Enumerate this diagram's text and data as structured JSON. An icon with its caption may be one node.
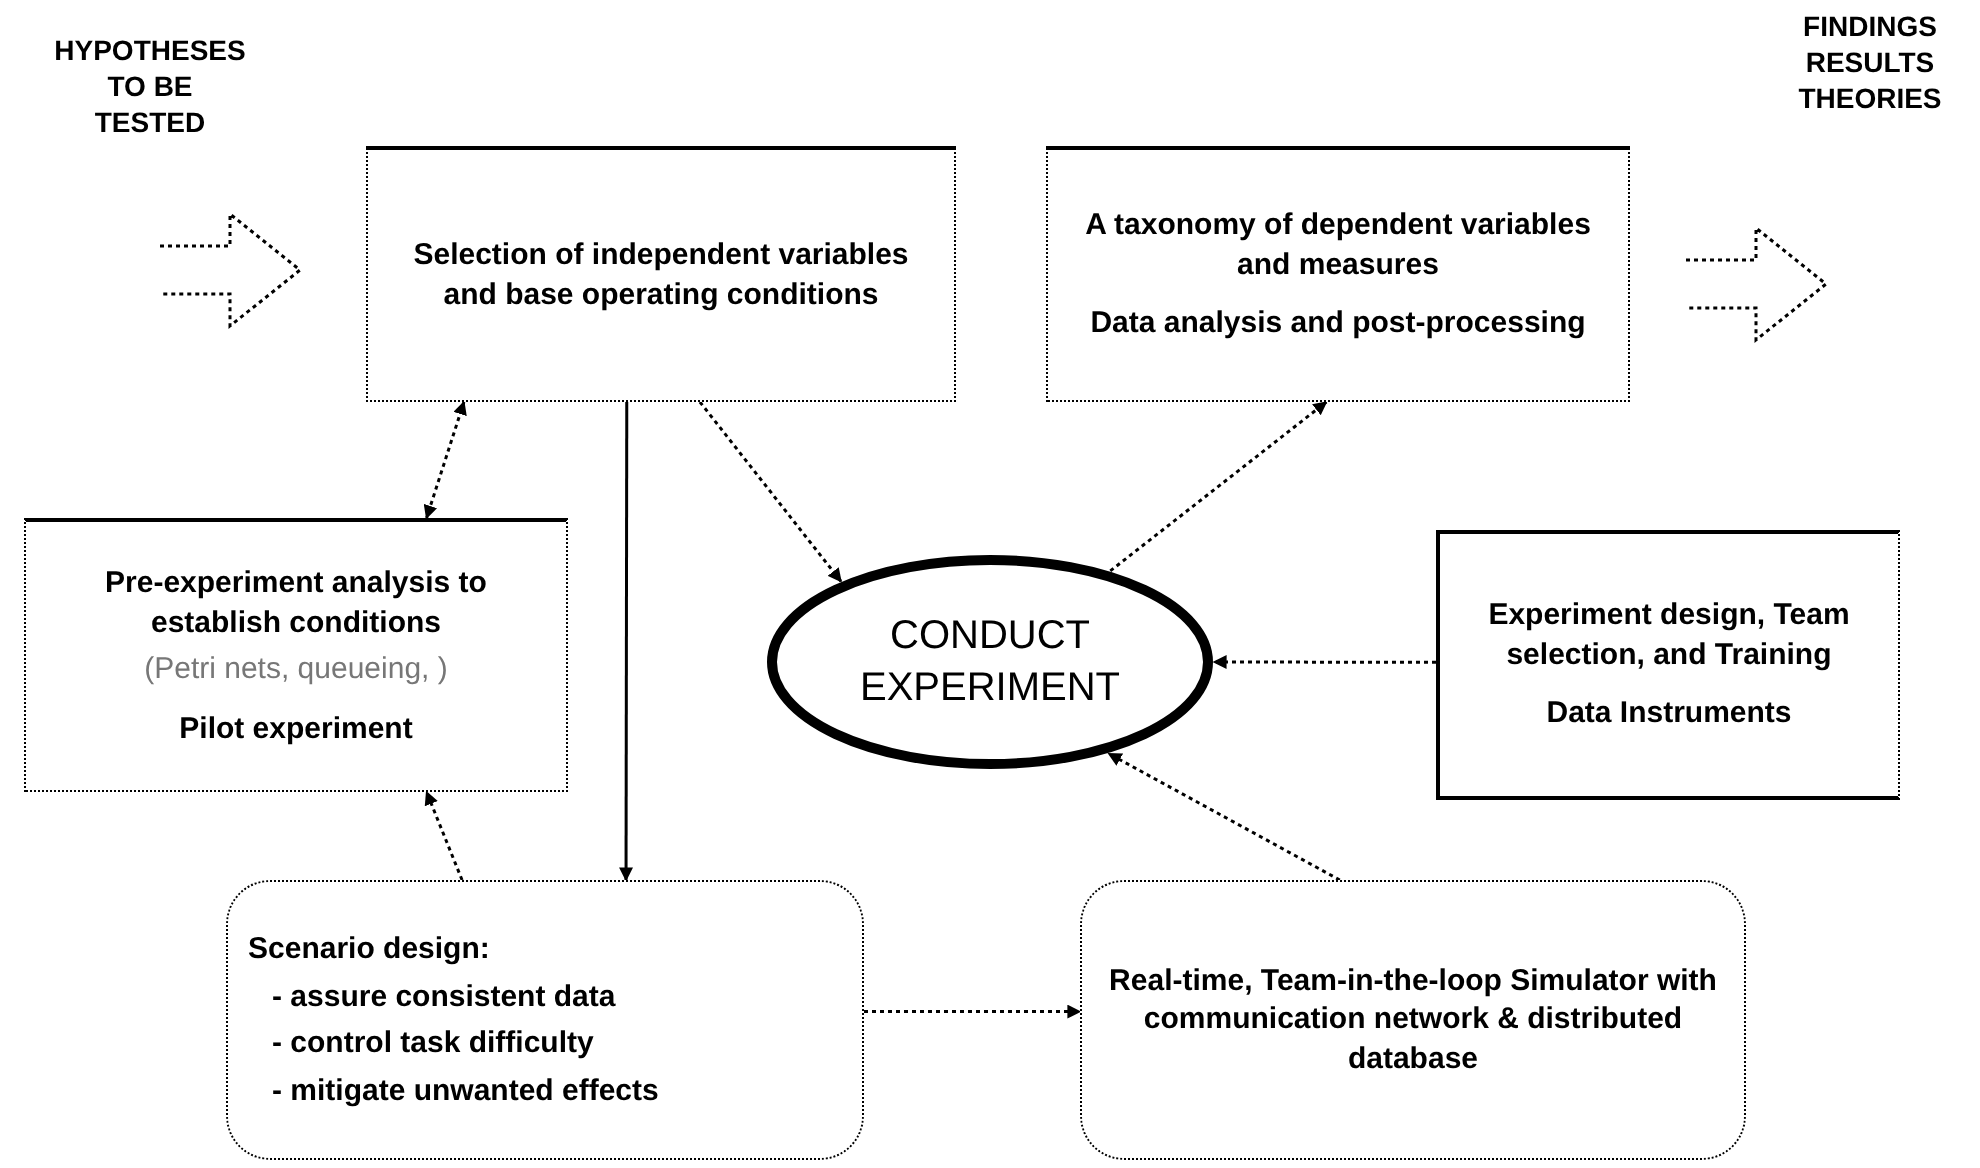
{
  "diagram": {
    "nodes": [
      {
        "text": [
          "Selection of independent variables and base operating conditions"
        ]
      },
      {
        "text": [
          "A taxonomy of dependent variables and measures",
          "Data analysis and post-processing"
        ]
      },
      {
        "text": [
          "Pre-experiment analysis to establish conditions",
          "(Petri nets, queueing, )",
          "Pilot experiment"
        ]
      },
      {
        "text": [
          "CONDUCT EXPERIMENT"
        ]
      },
      {
        "text": [
          "Experiment design, Team selection, and Training",
          "Data Instruments"
        ]
      },
      {
        "text": [
          "Scenario design:",
          "- assure consistent data",
          "- control task difficulty",
          "- mitigate unwanted effects"
        ]
      },
      {
        "text": [
          "Real-time, Team-in-the-loop Simulator with communication network & distributed database"
        ]
      }
    ],
    "edges": [
      {
        "from": 0,
        "to": 2,
        "arrow": "both",
        "style": "dashed"
      },
      {
        "from": 5,
        "to": 2,
        "arrow": "to",
        "style": "dashed"
      },
      {
        "from": 0,
        "to": 5,
        "arrow": "to"
      },
      {
        "from": 0,
        "to": 3,
        "arrow": "to",
        "style": "dashed"
      },
      {
        "from": 3,
        "to": 1,
        "arrow": "to",
        "style": "dashed"
      },
      {
        "from": 4,
        "to": 3,
        "arrow": "to",
        "style": "dashed"
      },
      {
        "from": 6,
        "to": 3,
        "arrow": "to",
        "style": "dashed"
      },
      {
        "from": 5,
        "to": 6,
        "arrow": "to",
        "style": "dashed"
      }
    ],
    "labels": [
      "HYPOTHESES TO BE TESTED",
      "FINDINGS RESULTS THEORIES"
    ]
  }
}
